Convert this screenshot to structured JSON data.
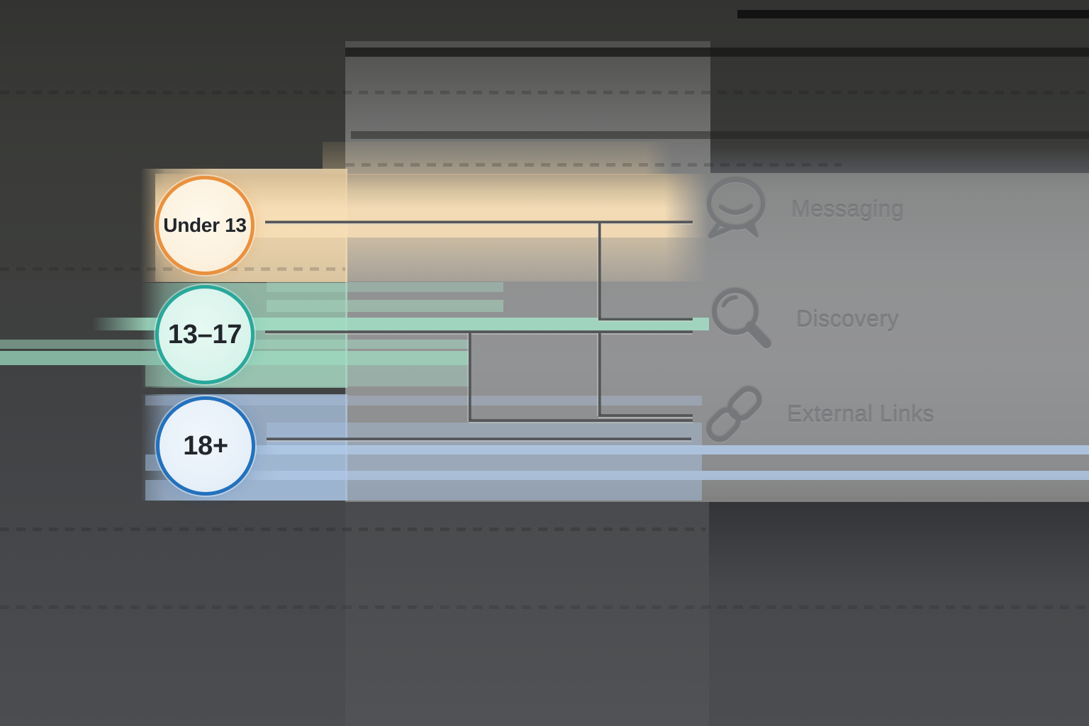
{
  "diagram": {
    "age_nodes": [
      {
        "label": "Under 13",
        "border_color": "#e9913f",
        "fill_color": "#fcf1de"
      },
      {
        "label": "13–17",
        "border_color": "#29a89b",
        "fill_color": "#d9f4ec"
      },
      {
        "label": "18+",
        "border_color": "#2371bd",
        "fill_color": "#e7f0f9"
      }
    ],
    "features": [
      {
        "label": "Messaging",
        "icon": "chat-bubbles-icon"
      },
      {
        "label": "Discovery",
        "icon": "magnifier-icon"
      },
      {
        "label": "External Links",
        "icon": "chain-link-icon"
      }
    ],
    "connector_color": "#54565a",
    "icon_color": "#76777a",
    "feature_label_color": "#7d7f82",
    "glow_colors": {
      "under_13": "#f7deb6",
      "13_17": "#a5dfc6",
      "18_plus": "#b2cbe8"
    }
  }
}
